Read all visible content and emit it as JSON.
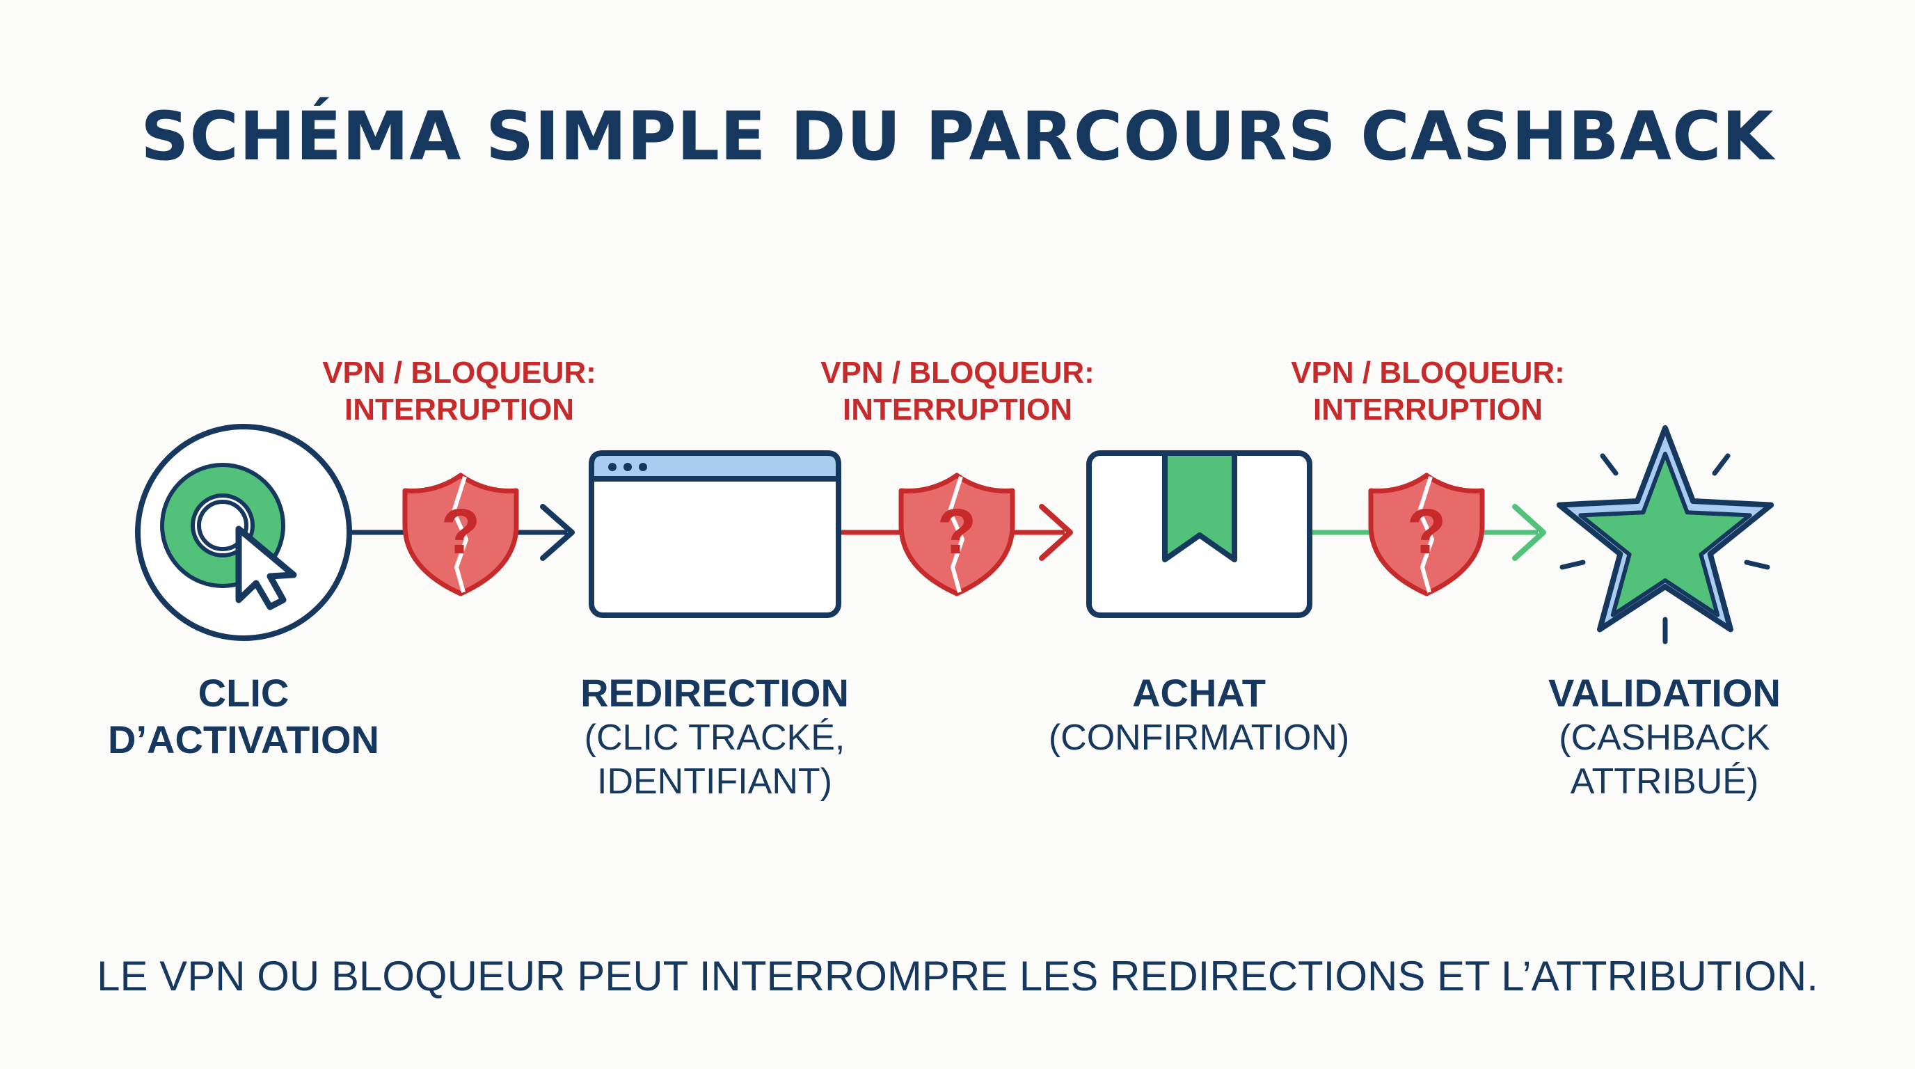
{
  "title": "SCHÉMA SIMPLE DU PARCOURS CASHBACK",
  "steps": [
    {
      "name": [
        "CLIC",
        "D’ACTIVATION"
      ],
      "desc": []
    },
    {
      "name": [
        "REDIRECTION"
      ],
      "desc": [
        "(CLIC TRACKÉ,",
        "IDENTIFIANT)"
      ]
    },
    {
      "name": [
        "ACHAT"
      ],
      "desc": [
        "(CONFIRMATION)"
      ]
    },
    {
      "name": [
        "VALIDATION"
      ],
      "desc": [
        "(CASHBACK",
        "ATTRIBUÉ)"
      ]
    }
  ],
  "interruptions": [
    {
      "line1": "VPN / BLOQUEUR:",
      "line2": "INTERRUPTION",
      "mark": "?"
    },
    {
      "line1": "VPN / BLOQUEUR:",
      "line2": "INTERRUPTION",
      "mark": "?"
    },
    {
      "line1": "VPN / BLOQUEUR:",
      "line2": "INTERRUPTION",
      "mark": "?"
    }
  ],
  "footer": "LE VPN OU BLOQUEUR PEUT INTERROMPRE LES REDIRECTIONS ET L’ATTRIBUTION.",
  "colors": {
    "navy": "#16385e",
    "red": "#c62a2a",
    "shield_fill": "#e86b6b",
    "green": "#52c27a",
    "light_blue": "#a9cdf0"
  },
  "icons": [
    "cursor-click-icon",
    "browser-window-icon",
    "package-bookmark-icon",
    "star-icon",
    "broken-shield-icon"
  ]
}
